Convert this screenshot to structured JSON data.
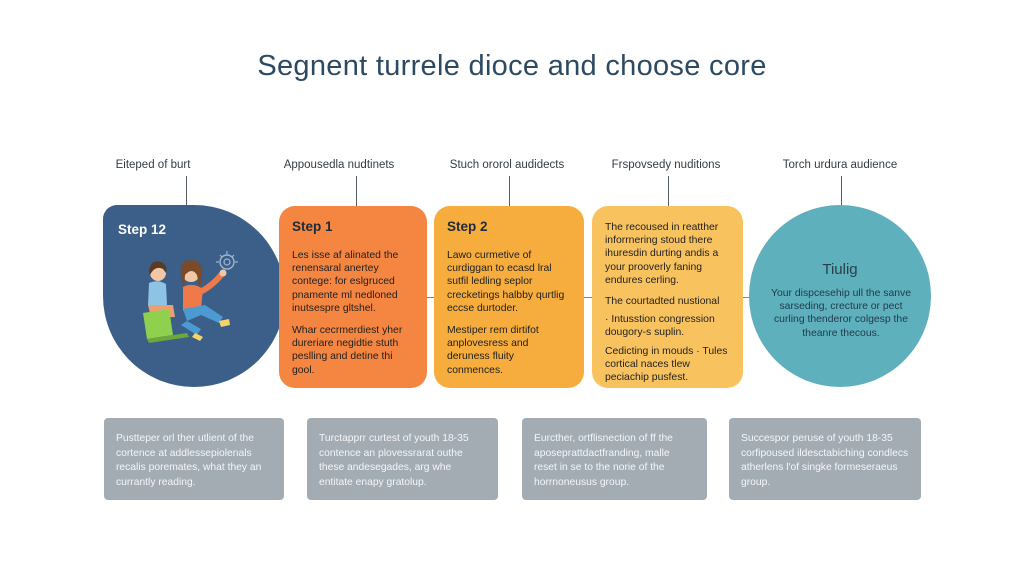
{
  "title": "Segnent turrele dioce and choose core",
  "top_labels": [
    "Eiteped of burt",
    "Appousedla nudtinets",
    "Stuch ororol audidects",
    "Frspovsedy nuditions",
    "Torch urdura audience"
  ],
  "left_circle": {
    "step": "Step 12"
  },
  "cards": [
    {
      "step": "Step 1",
      "text1": "Les isse af alinated the renensaral anertey contege: for eslgruced pnamente ml nedloned inutsespre gltshel.",
      "text2": "Whar cecrmerdiest yher dureriare negidtie stuth peslling and detine thi gool."
    },
    {
      "step": "Step 2",
      "text1": "Lawo curmetive of curdiggan to ecasd lral sutfil ledling seplor crecketings halbby qurtlig eccse durtoder.",
      "text2": "Mestiper rem dirtifot anplovesress and deruness fluity conmences."
    },
    {
      "step": "",
      "text1": "The recoused in reatther inforrnering stoud there ihuresdin durting andis a your prooverly faning endures cerling.",
      "text2": "The courtadted nustional",
      "text3": "· Intusstion congression dougory-s suplin.",
      "text4": "Cedicting in mouds · Tules cortical naces tlew peciachip pusfest."
    }
  ],
  "right_circle": {
    "heading": "Tiulig",
    "text": "Your dispcesehip ull the sanve sarseding, crecture or pect curling thenderor colgesp the theanre thecous."
  },
  "bottom_boxes": [
    "Pustteper orl ther utlient of the cortence at addlessepiolenals recalis poremates, what they an currantly reading.",
    "Turctapprr curtest of youth 18-35 contence an plovessrarat outhe these andesegades, arg whe entitate enapy gratolup.",
    "Eurcther, ortflisnection of ff the aposeprattdactfranding, malle reset in se to the norie of the horrnoneusus group.",
    "Succespor peruse of youth 18-35 corfipoused ildesctabiching condlecs atherlens l'of singke formeseraeus group."
  ]
}
